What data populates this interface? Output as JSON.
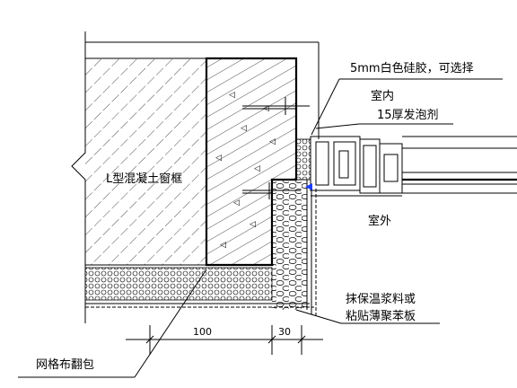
{
  "labels": {
    "sealant": "5mm白色硅胶，可选择",
    "indoor": "室内",
    "foam": "15厚发泡剂",
    "frame": "L型混凝土窗框",
    "outdoor": "室外",
    "insulation_line1": "抹保温浆料或",
    "insulation_line2": "粘贴薄聚苯板",
    "mesh": "网格布翻包"
  },
  "dimensions": {
    "d1": "100",
    "d2": "30"
  }
}
